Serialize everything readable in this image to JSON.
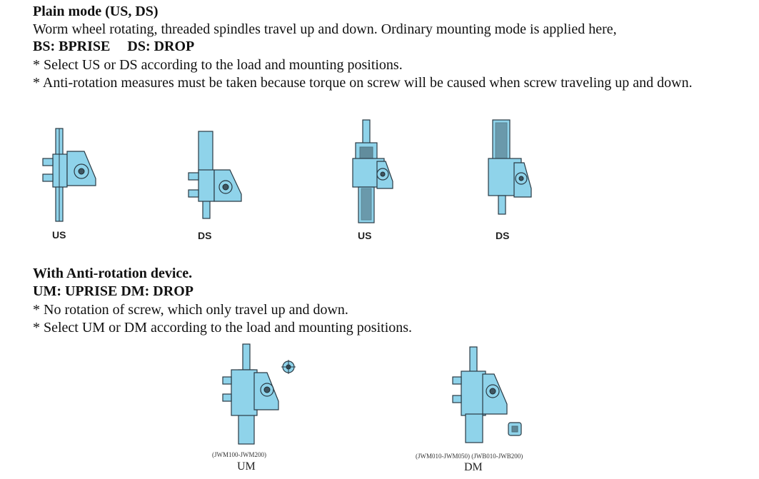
{
  "plain": {
    "heading": "Plain mode (US, DS)",
    "desc": "Worm wheel rotating, threaded spindles travel up and down. Ordinary mounting mode is applied here,",
    "codes_a": "BS: BPRISE",
    "codes_b": "DS: DROP",
    "note1": "* Select US or DS according to the load and mounting positions.",
    "note2": "* Anti-rotation measures must be taken because torque on screw will be caused when screw traveling up and down."
  },
  "figures_top": [
    {
      "label": "US"
    },
    {
      "label": "DS"
    },
    {
      "label": "US"
    },
    {
      "label": "DS"
    }
  ],
  "anti": {
    "heading": "With Anti-rotation device.",
    "codes": "UM: UPRISE  DM: DROP",
    "note1": "* No rotation of screw, which only travel up and down.",
    "note2": "* Select UM or DM according to the load and mounting positions."
  },
  "figures_bottom": [
    {
      "model": "(JWM100-JWM200)",
      "label": "UM"
    },
    {
      "model": "(JWM010-JWM050) (JWB010-JWB200)",
      "label": "DM"
    }
  ],
  "colors": {
    "accent": "#8fd3ea",
    "outline": "#2a3a44"
  }
}
